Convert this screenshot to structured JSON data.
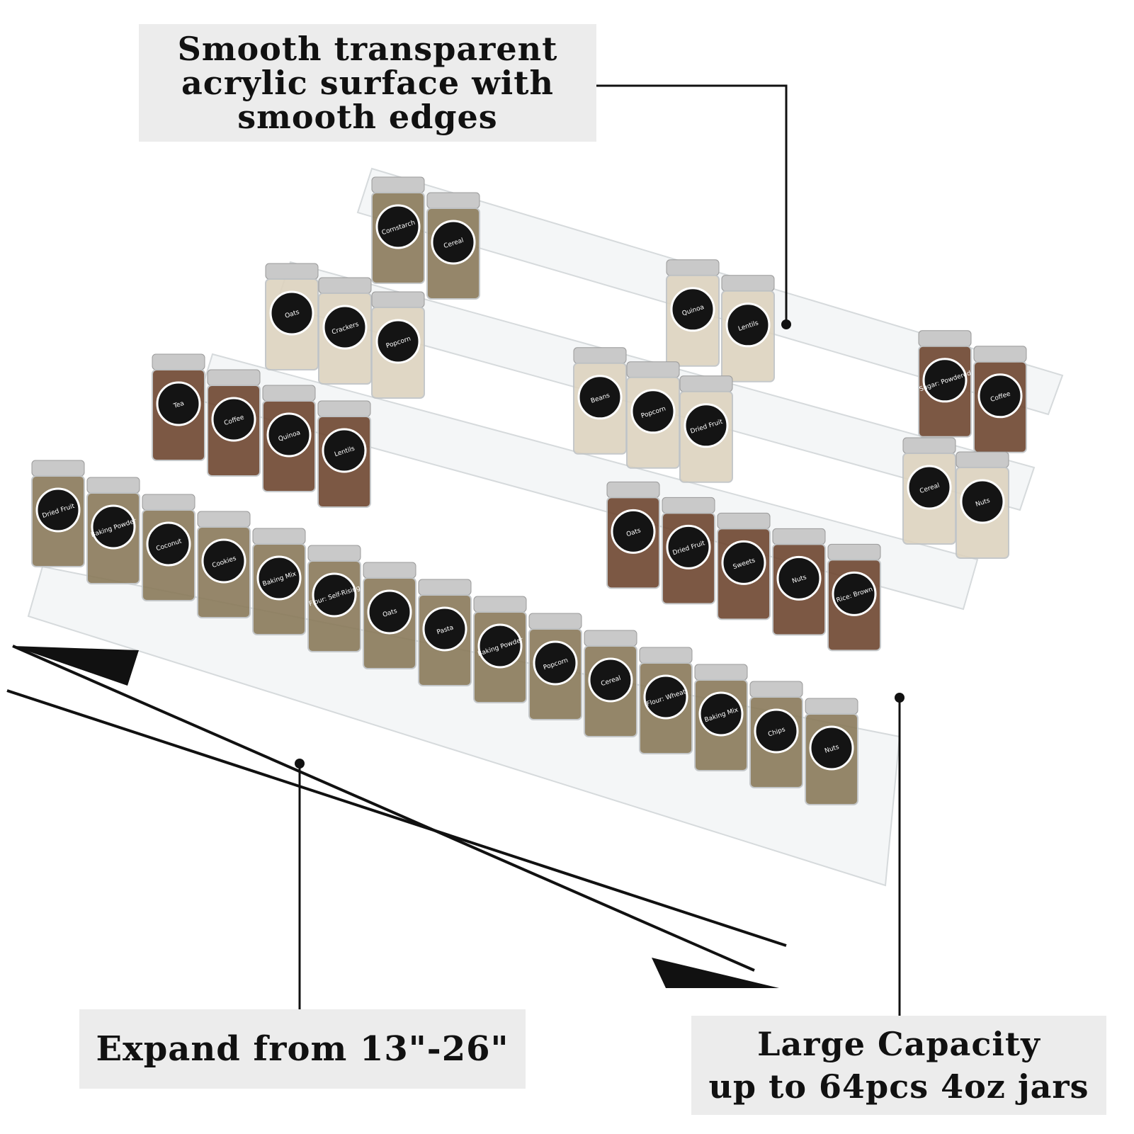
{
  "callouts": {
    "top": "Smooth transparent\nacrylic surface with\nsmooth edges",
    "left": "Expand from 13\"-26\"",
    "right": "Large Capacity\nup to 64pcs 4oz jars"
  },
  "colors": {
    "callout_bg": "#ececec",
    "line": "#111111",
    "jar_lid": "#c9c9c9",
    "label": "#141414",
    "seed": "#8a7a5a",
    "nut": "#ddd3bf",
    "wood": "#6e4630"
  },
  "shelves": [
    {
      "jars": [
        {
          "label": "Cornstarch",
          "fill": "seed"
        },
        {
          "label": "Cereal",
          "fill": "seed"
        },
        {
          "label": "Quinoa",
          "fill": "nut"
        },
        {
          "label": "Lentils",
          "fill": "nut"
        },
        {
          "label": "Sugar: Powdered",
          "fill": "wood"
        },
        {
          "label": "Coffee",
          "fill": "wood"
        }
      ]
    },
    {
      "jars": [
        {
          "label": "Oats",
          "fill": "nut"
        },
        {
          "label": "Crackers",
          "fill": "nut"
        },
        {
          "label": "Popcorn",
          "fill": "nut"
        },
        {
          "label": "Beans",
          "fill": "nut"
        },
        {
          "label": "Popcorn",
          "fill": "nut"
        },
        {
          "label": "Dried Fruit",
          "fill": "nut"
        },
        {
          "label": "Cereal",
          "fill": "nut"
        },
        {
          "label": "Nuts",
          "fill": "nut"
        }
      ]
    },
    {
      "jars": [
        {
          "label": "Tea",
          "fill": "wood"
        },
        {
          "label": "Coffee",
          "fill": "wood"
        },
        {
          "label": "Quinoa",
          "fill": "wood"
        },
        {
          "label": "Lentils",
          "fill": "wood"
        },
        {
          "label": "Oats",
          "fill": "wood"
        },
        {
          "label": "Dried Fruit",
          "fill": "wood"
        },
        {
          "label": "Sweets",
          "fill": "wood"
        },
        {
          "label": "Nuts",
          "fill": "wood"
        },
        {
          "label": "Rice: Brown",
          "fill": "wood"
        }
      ]
    },
    {
      "jars": [
        {
          "label": "Dried Fruit",
          "fill": "seed"
        },
        {
          "label": "Baking Powder",
          "fill": "seed"
        },
        {
          "label": "Coconut",
          "fill": "seed"
        },
        {
          "label": "Cookies",
          "fill": "seed"
        },
        {
          "label": "Baking Mix",
          "fill": "seed"
        },
        {
          "label": "Flour: Self-Rising",
          "fill": "seed"
        },
        {
          "label": "Oats",
          "fill": "seed"
        },
        {
          "label": "Pasta",
          "fill": "seed"
        },
        {
          "label": "Baking Powder",
          "fill": "seed"
        },
        {
          "label": "Popcorn",
          "fill": "seed"
        },
        {
          "label": "Cereal",
          "fill": "seed"
        },
        {
          "label": "Flour: Wheat",
          "fill": "seed"
        },
        {
          "label": "Baking Mix",
          "fill": "seed"
        },
        {
          "label": "Chips",
          "fill": "seed"
        },
        {
          "label": "Nuts",
          "fill": "seed"
        }
      ]
    }
  ]
}
